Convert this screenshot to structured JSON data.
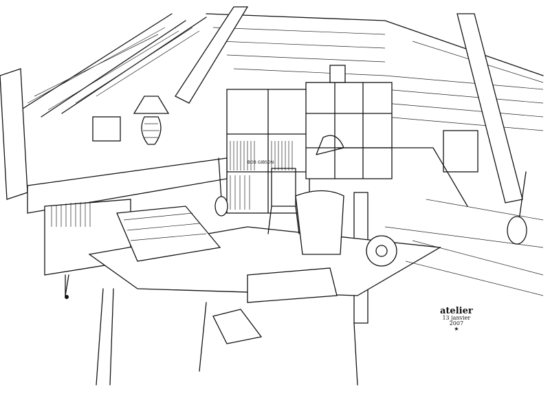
{
  "artwork": {
    "signature": {
      "title": "atelier",
      "date": "13 janvier",
      "year": "2007",
      "star": "★"
    },
    "book_spine_text": "BOB GIBSON"
  }
}
